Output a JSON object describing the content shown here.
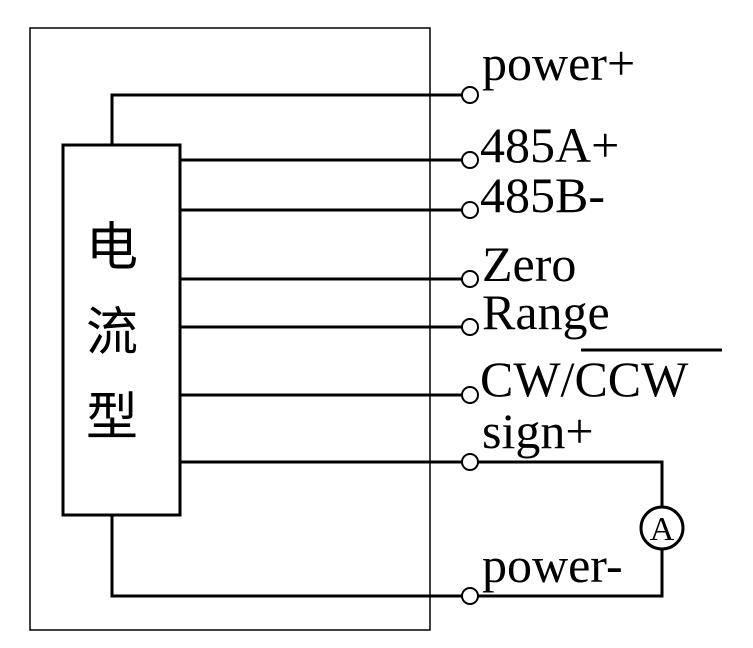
{
  "module": {
    "chars": [
      "电",
      "流",
      "型"
    ]
  },
  "terminals": {
    "power_plus": "power+",
    "rs485_a": "485A+",
    "rs485_b": "485B-",
    "zero": "Zero",
    "range": "Range",
    "cw": "CW/",
    "ccw": "CCW",
    "sign_plus": "sign+",
    "power_minus": "power-"
  },
  "meter": {
    "label": "A"
  }
}
